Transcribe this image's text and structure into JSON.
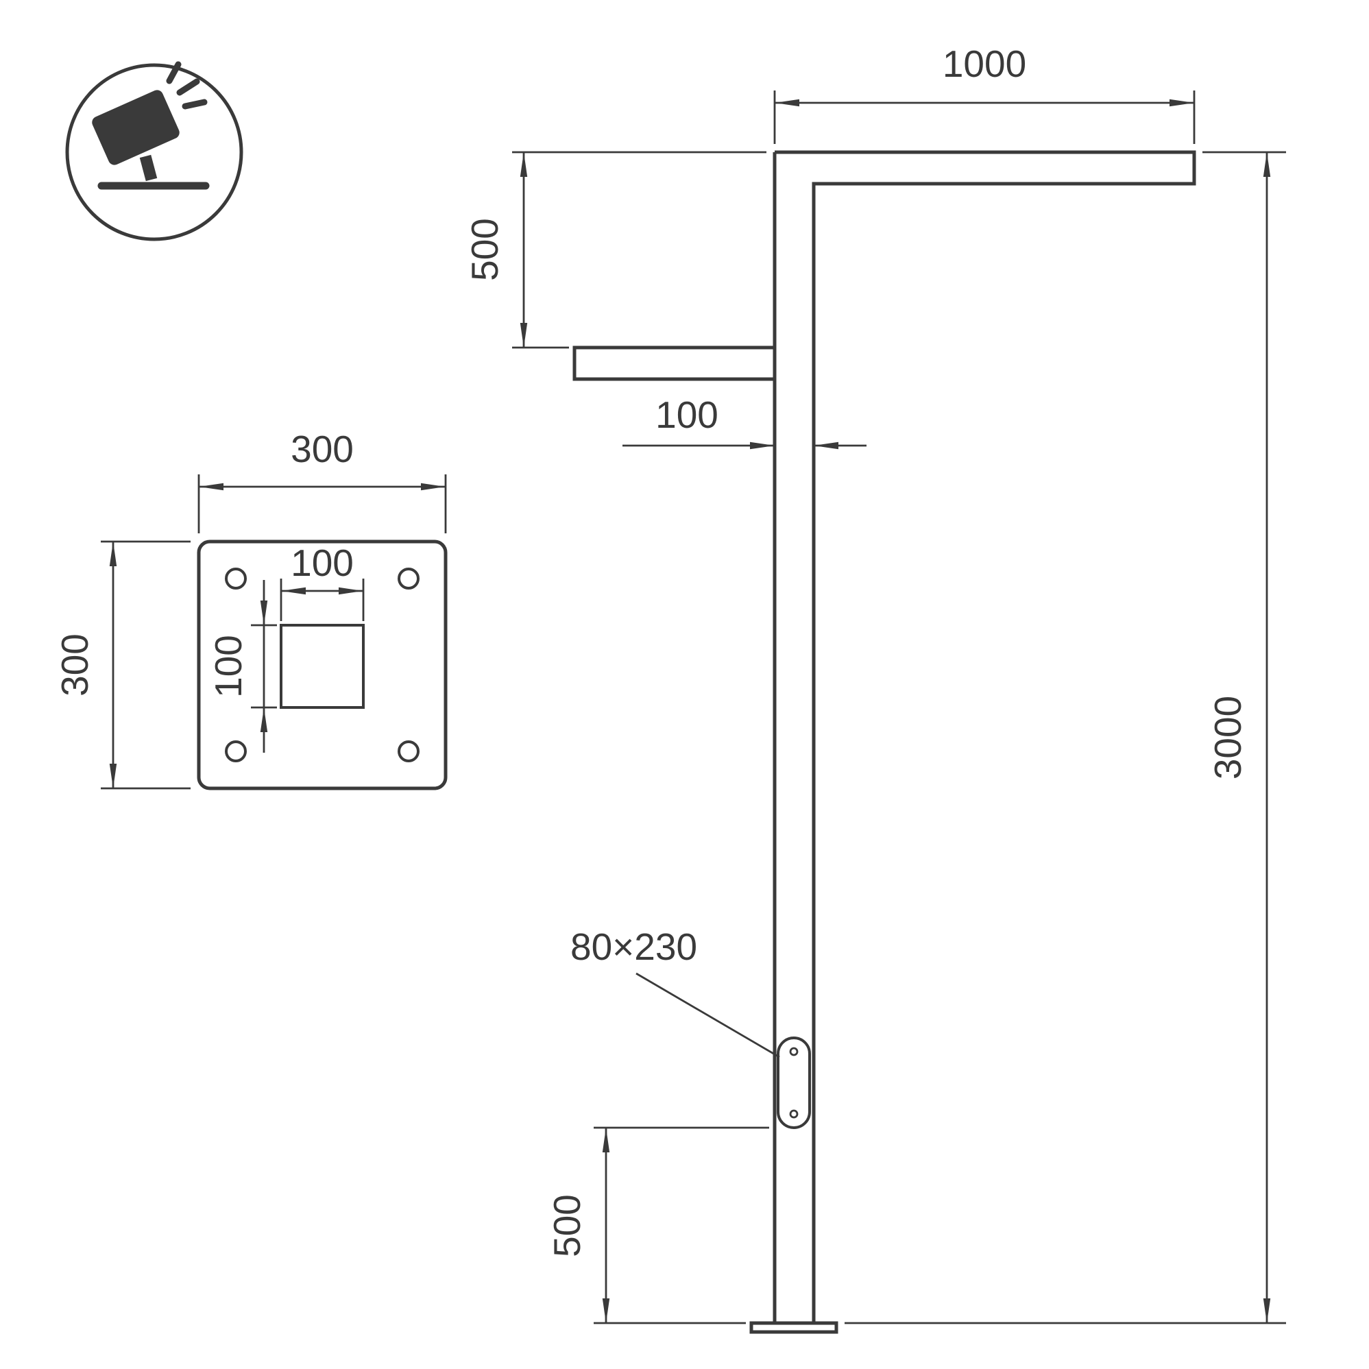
{
  "colors": {
    "line": "#3a3a3a",
    "bg": "#ffffff"
  },
  "icons": {
    "logo": "tilted-floodlight-projector-icon"
  },
  "plate_view": {
    "plate_width": "300",
    "plate_height": "300",
    "hole_width": "100",
    "hole_height": "100"
  },
  "elevation": {
    "arm_length": "1000",
    "arm_offset": "500",
    "pole_width": "100",
    "pole_height": "3000",
    "hand_hole_size": "80×230",
    "hand_hole_height": "500"
  }
}
